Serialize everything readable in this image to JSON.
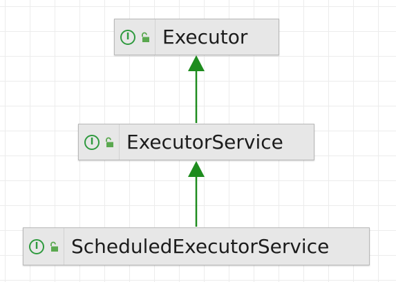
{
  "diagram": {
    "nodes": [
      {
        "id": "executor",
        "kind_icon": "interface-icon",
        "kind_glyph": "I",
        "access_icon": "public-lock-icon",
        "label": "Executor"
      },
      {
        "id": "executor-service",
        "kind_icon": "interface-icon",
        "kind_glyph": "I",
        "access_icon": "public-lock-icon",
        "label": "ExecutorService"
      },
      {
        "id": "scheduled-executor-service",
        "kind_icon": "interface-icon",
        "kind_glyph": "I",
        "access_icon": "public-lock-icon",
        "label": "ScheduledExecutorService"
      }
    ],
    "edges": [
      {
        "from": "executor-service",
        "to": "executor",
        "relation": "extends"
      },
      {
        "from": "scheduled-executor-service",
        "to": "executor-service",
        "relation": "extends"
      }
    ],
    "colors": {
      "edge": "#1e8c1e",
      "interface_icon": "#2e9a3e",
      "lock_icon": "#5aa84f",
      "node_fill": "#e7e7e7",
      "node_border": "#b8b8b8",
      "grid": "#ececec"
    }
  }
}
